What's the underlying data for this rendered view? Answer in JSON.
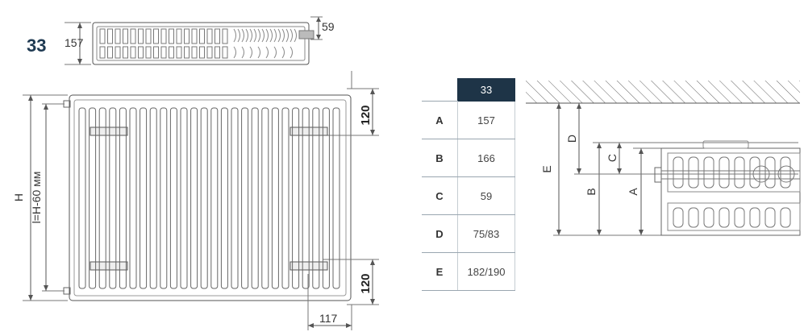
{
  "model": "33",
  "top_view": {
    "depth_label": "157",
    "gap_label": "59"
  },
  "front_view": {
    "height_label": "H",
    "centre_label": "l=H-60 мм",
    "top_offset_label": "120",
    "bottom_offset_label": "120",
    "side_offset_label": "117"
  },
  "table": {
    "header": "33",
    "rows": [
      {
        "label": "A",
        "value": "157"
      },
      {
        "label": "B",
        "value": "166"
      },
      {
        "label": "C",
        "value": "59"
      },
      {
        "label": "D",
        "value": "75/83"
      },
      {
        "label": "E",
        "value": "182/190"
      }
    ]
  },
  "side_view": {
    "labels": [
      "E",
      "D",
      "C",
      "B",
      "A"
    ]
  },
  "colors": {
    "line": "#555555",
    "table_header": "#1e3447",
    "model_text": "#1f3a52"
  }
}
